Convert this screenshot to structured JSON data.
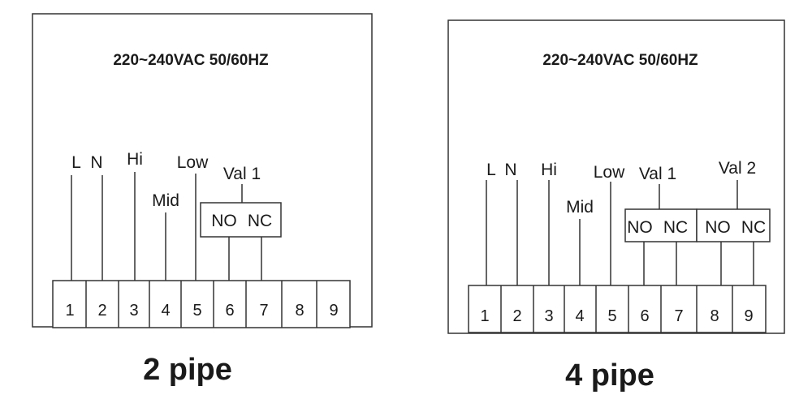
{
  "panels": [
    {
      "voltage": "220~240VAC 50/60HZ",
      "caption": "2 pipe",
      "terminals": [
        "1",
        "2",
        "3",
        "4",
        "5",
        "6",
        "7",
        "8",
        "9"
      ],
      "wires": [
        "L",
        "N",
        "Hi",
        "Mid",
        "Low"
      ],
      "valves": [
        {
          "name": "Val 1",
          "no": "NO",
          "nc": "NC"
        }
      ]
    },
    {
      "voltage": "220~240VAC 50/60HZ",
      "caption": "4 pipe",
      "terminals": [
        "1",
        "2",
        "3",
        "4",
        "5",
        "6",
        "7",
        "8",
        "9"
      ],
      "wires": [
        "L",
        "N",
        "Hi",
        "Mid",
        "Low"
      ],
      "valves": [
        {
          "name": "Val 1",
          "no": "NO",
          "nc": "NC"
        },
        {
          "name": "Val 2",
          "no": "NO",
          "nc": "NC"
        }
      ]
    }
  ]
}
